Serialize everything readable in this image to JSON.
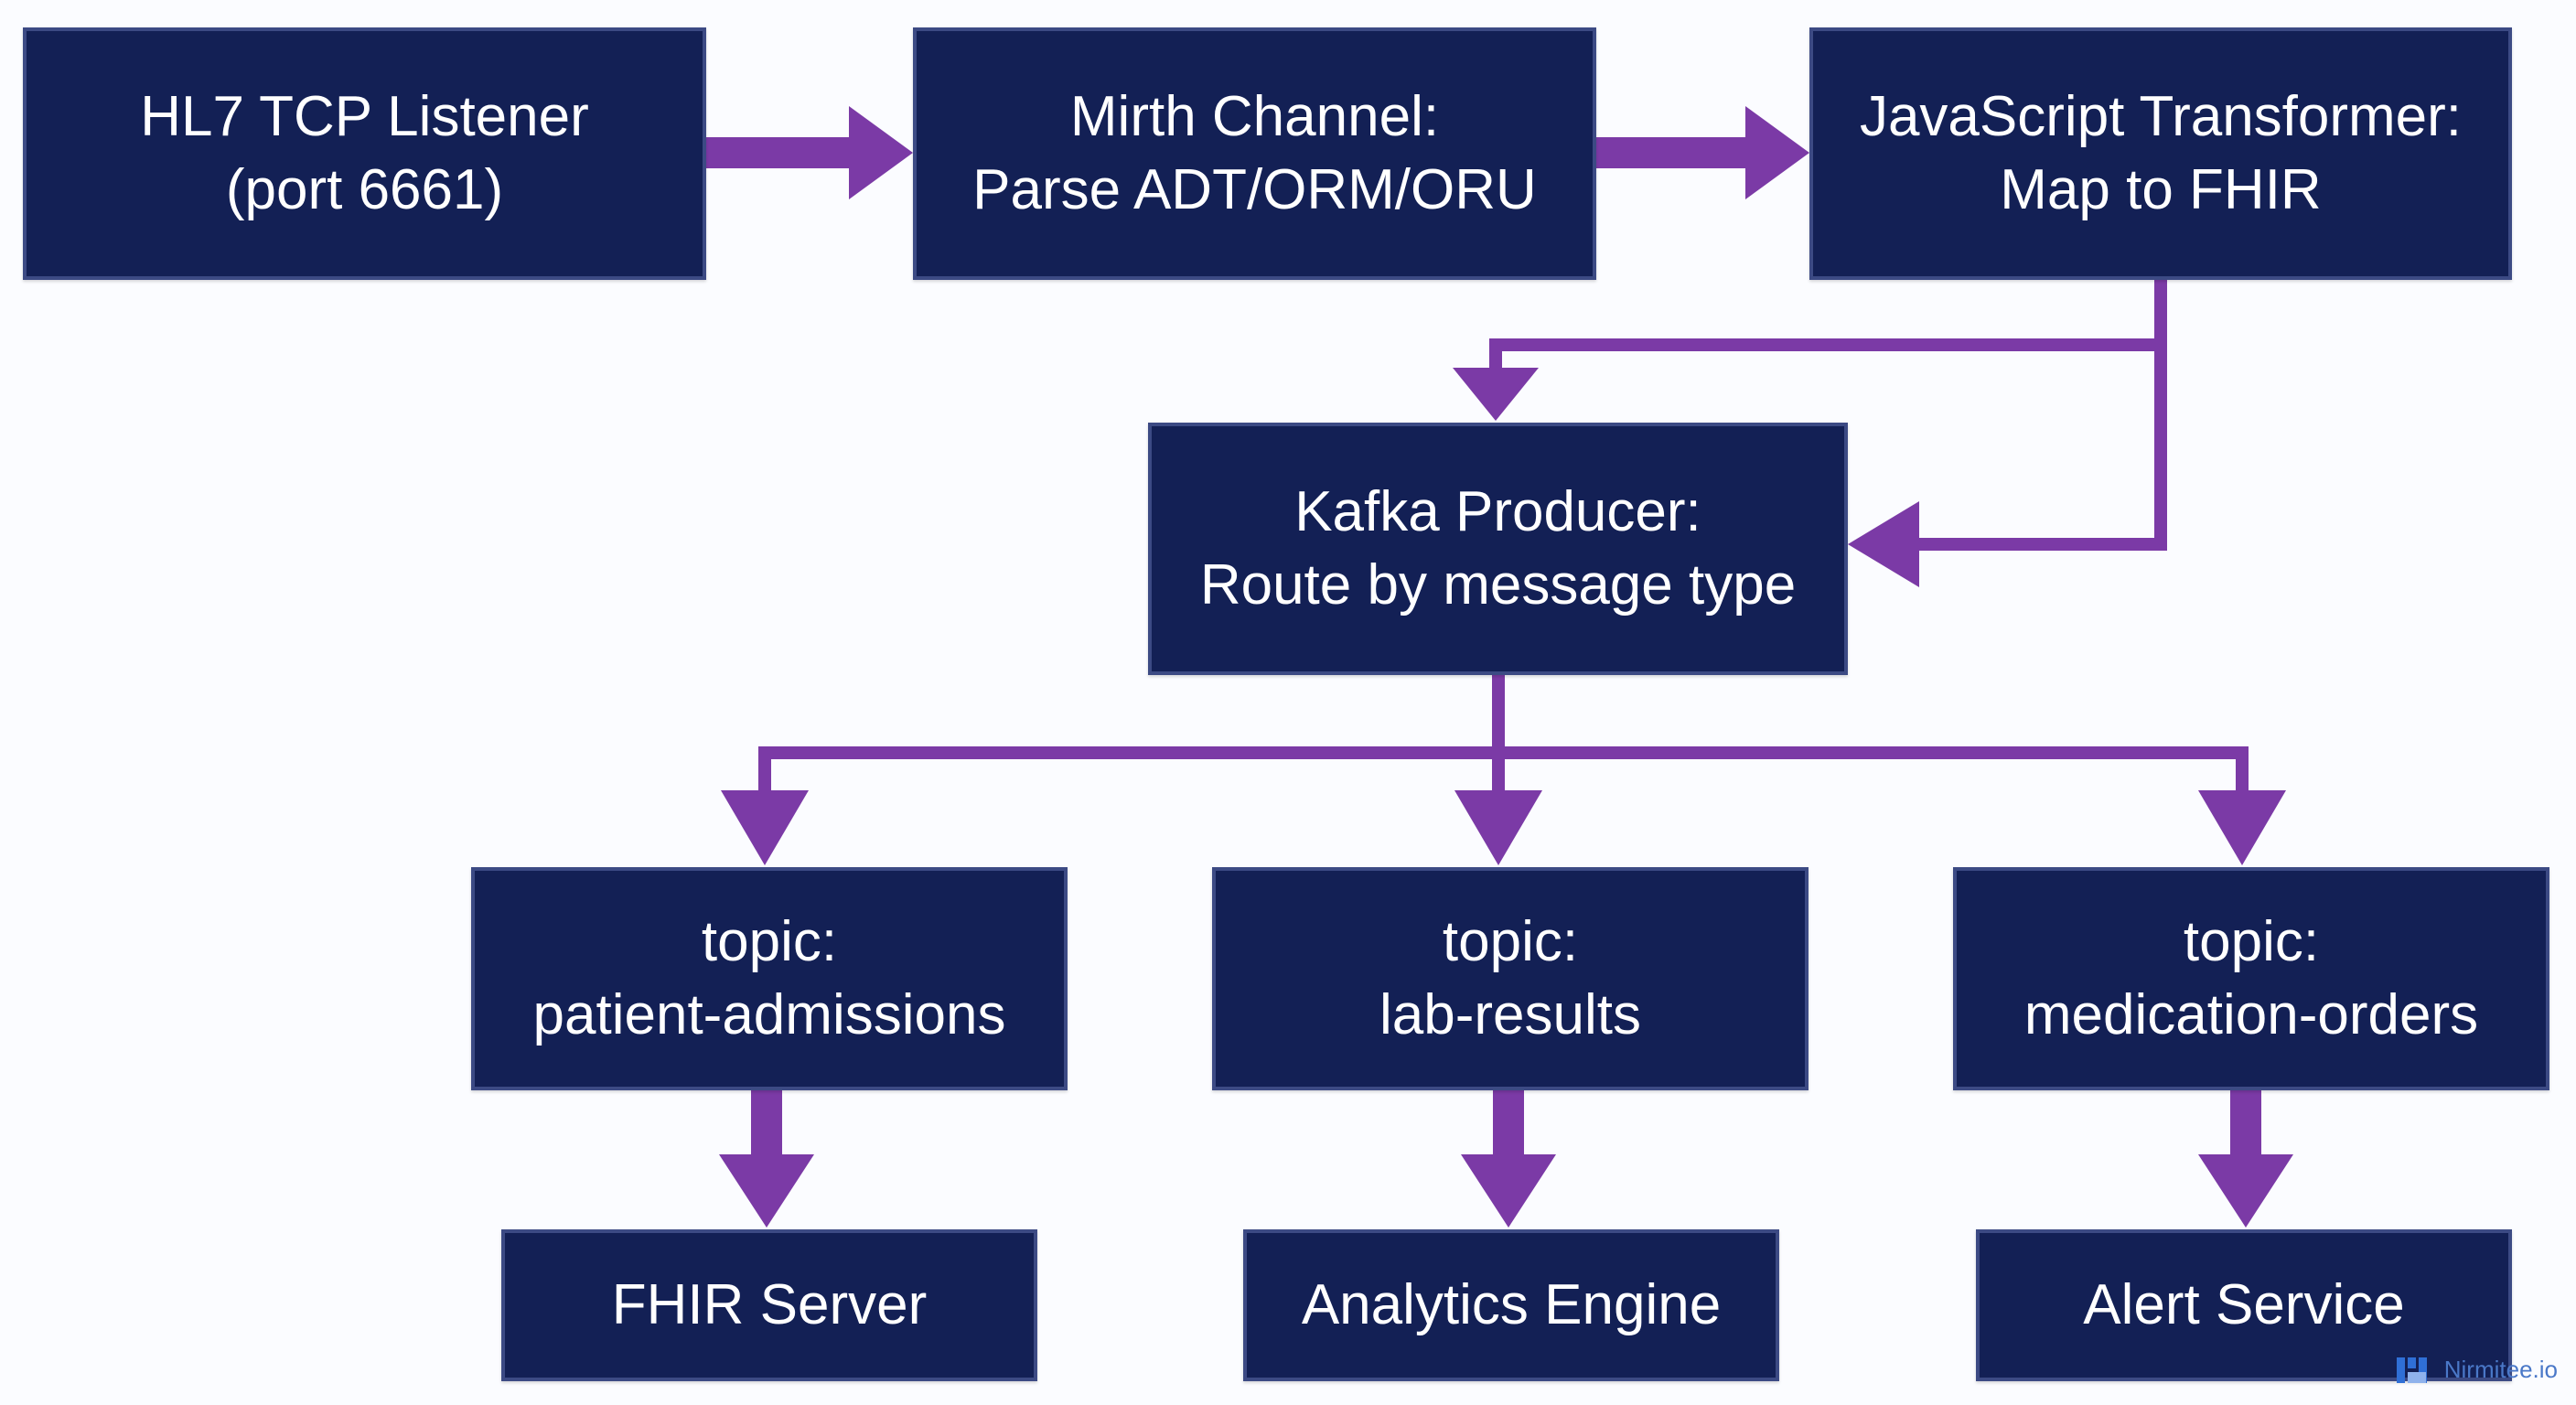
{
  "nodes": {
    "hl7_listener": {
      "line1": "HL7 TCP Listener",
      "line2": "(port 6661)"
    },
    "mirth_channel": {
      "line1": "Mirth Channel:",
      "line2": "Parse ADT/ORM/ORU"
    },
    "js_transformer": {
      "line1": "JavaScript Transformer:",
      "line2": "Map to FHIR"
    },
    "kafka_producer": {
      "line1": "Kafka Producer:",
      "line2": "Route by message type"
    },
    "topic_admissions": {
      "line1": "topic:",
      "line2": "patient-admissions"
    },
    "topic_lab": {
      "line1": "topic:",
      "line2": "lab-results"
    },
    "topic_medication": {
      "line1": "topic:",
      "line2": "medication-orders"
    },
    "fhir_server": {
      "label": "FHIR Server"
    },
    "analytics_engine": {
      "label": "Analytics Engine"
    },
    "alert_service": {
      "label": "Alert Service"
    }
  },
  "watermark": {
    "text": "Nirmitee.io"
  },
  "colors": {
    "node_fill": "#132055",
    "node_border": "#3c4a84",
    "arrow": "#7b3aa6",
    "background": "#fbfcff",
    "watermark": "#4a78c8"
  },
  "icons": {
    "watermark_logo": "nirmitee-logo-icon"
  }
}
